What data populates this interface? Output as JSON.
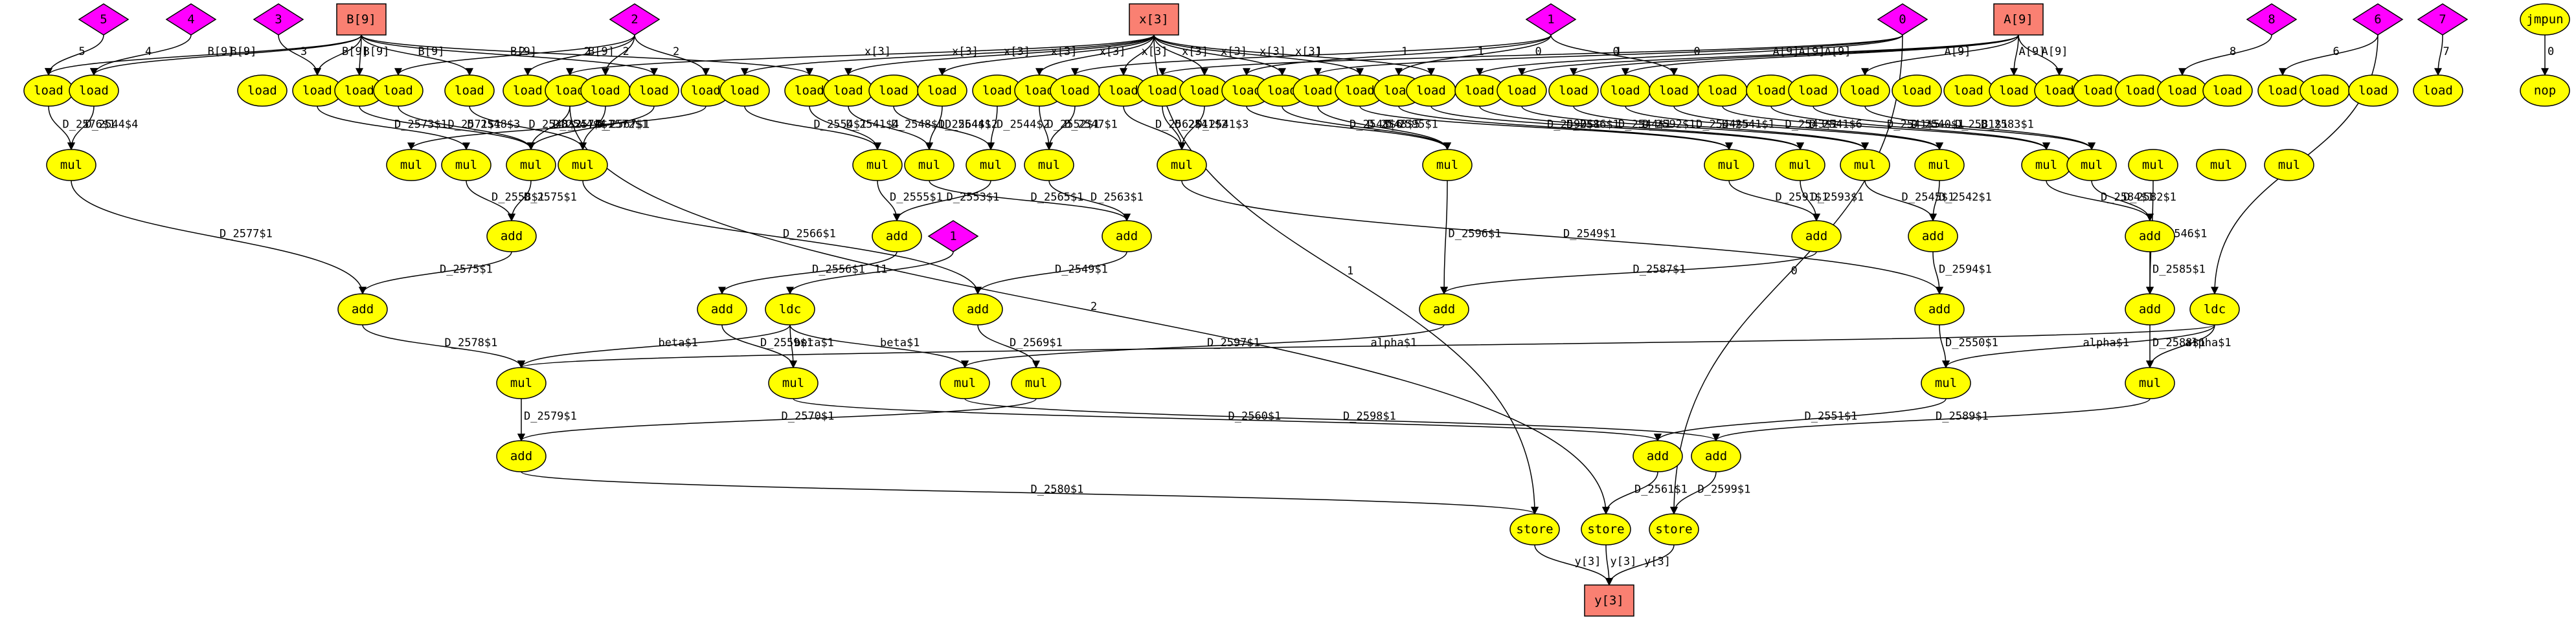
{
  "colors": {
    "op_node": "#ffff00",
    "const_node": "#ff00ff",
    "array_node": "#fa8072",
    "stroke": "#000000",
    "background": "#ffffff"
  },
  "arrays": {
    "b": "B[9]",
    "x": "x[3]",
    "a": "A[9]",
    "y": "y[3]"
  },
  "ops": {
    "load": "load",
    "mul": "mul",
    "add": "add",
    "ldc": "ldc",
    "store": "store",
    "jmpun": "jmpun",
    "nop": "nop"
  },
  "constants": {
    "c0": "0",
    "c1": "1",
    "c2": "2",
    "c3": "3",
    "c4": "4",
    "c5": "5",
    "c6": "6",
    "c7": "7",
    "c8": "8"
  },
  "edge_labels": [
    "D_2576$1",
    "D_2544$4",
    "D_2573$1",
    "D_2571$1",
    "D_2548$3",
    "D_2548$2",
    "D_2544$4",
    "D_2567$1",
    "D_2574$1",
    "D_2572$1",
    "D_2554$1",
    "D_2541$4",
    "D_2548$1",
    "D_2564$1",
    "D_2544$2",
    "D_2544$2",
    "D_2552$1",
    "D_2547$1",
    "D_2562$1",
    "D_2541$2",
    "D_2541$3",
    "D_2548$6",
    "D_2548$5",
    "D_2595$1",
    "D_2590$1",
    "D_2586$1",
    "D_2544$1",
    "D_2592$1",
    "D_2544$5",
    "D_2541$1",
    "D_2543$1",
    "D_2541$6",
    "D_2541$5",
    "D_2540$1",
    "D_2581$1",
    "D_2583$1",
    "D_2577$1",
    "D_2558$1",
    "D_2575$1",
    "D_2566$1",
    "D_2555$1",
    "D_2553$1",
    "D_2565$1",
    "D_2563$1",
    "D_2549$1",
    "D_2556$1",
    "D_2596$1",
    "D_2591$1",
    "D_2593$1",
    "D_2545$1",
    "D_2542$1",
    "D_2584$1",
    "D_2582$1",
    "D_2587$1",
    "D_2594$1",
    "D_2546$1",
    "D_2585$1",
    "D_2578$1",
    "D_2559$1",
    "D_2597$1",
    "D_2569$1",
    "D_2550$1",
    "D_2588$1",
    "D_2579$1",
    "D_2560$1",
    "D_2570$1",
    "D_2598$1",
    "D_2551$1",
    "D_2589$1",
    "D_2561$1",
    "D_2599$1",
    "D_2580$1"
  ],
  "scalar_labels": {
    "beta": "beta$1",
    "alpha": "alpha$1"
  },
  "edge_const_labels": {
    "l0": "0",
    "l1": "1",
    "l2": "2",
    "l3": "3",
    "l4": "4",
    "l5": "5",
    "l6": "6",
    "l7": "7",
    "l8": "8",
    "l11": "11"
  }
}
